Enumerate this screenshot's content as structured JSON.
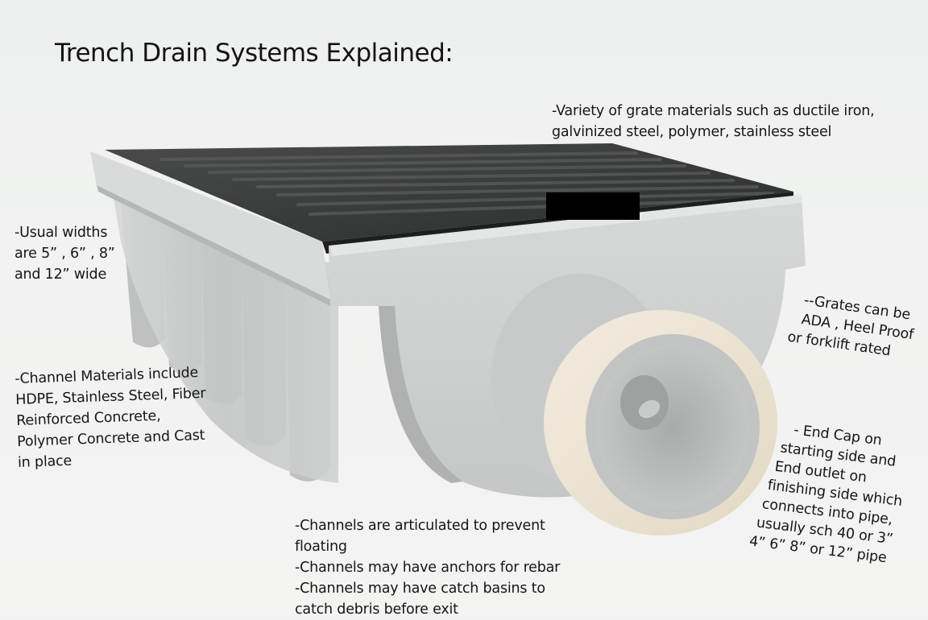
{
  "title": "Trench Drain Systems Explained:",
  "annotations": {
    "grate_materials": {
      "lines": [
        "-Variety of grate materials such as ductile iron,",
        "galvinized steel, polymer, stainless steel"
      ]
    },
    "usual_widths": {
      "lines": [
        "-Usual widths",
        "are 5” , 6” , 8”",
        "and 12” wide"
      ]
    },
    "channel_materials": {
      "lines": [
        "-Channel Materials include",
        "HDPE, Stainless Steel, Fiber",
        "Reinforced Concrete,",
        "Polymer Concrete and Cast",
        "in place"
      ]
    },
    "grate_ratings": {
      "lines": [
        "--Grates can be",
        "ADA , Heel Proof",
        "or forklift rated"
      ]
    },
    "end_cap_outlet": {
      "lines": [
        "- End Cap on",
        "starting side and",
        "End outlet on",
        "finishing side which",
        "connects into pipe,",
        "usually sch 40 or 3”",
        "4” 6” 8” or 12” pipe"
      ]
    },
    "channel_features": {
      "lines": [
        "-Channels are articulated to prevent",
        "floating",
        "-Channels may have anchors for rebar",
        "-Channels may have catch basins to",
        "catch debris before exit"
      ]
    }
  },
  "colors": {
    "background": "#f1f2f1",
    "channel_body": "#c9cbcb",
    "channel_light": "#dcdedd",
    "grate": "#3a3b3b",
    "outlet_cap": "#eee6d6",
    "redaction": "#000000",
    "text": "#161616"
  }
}
